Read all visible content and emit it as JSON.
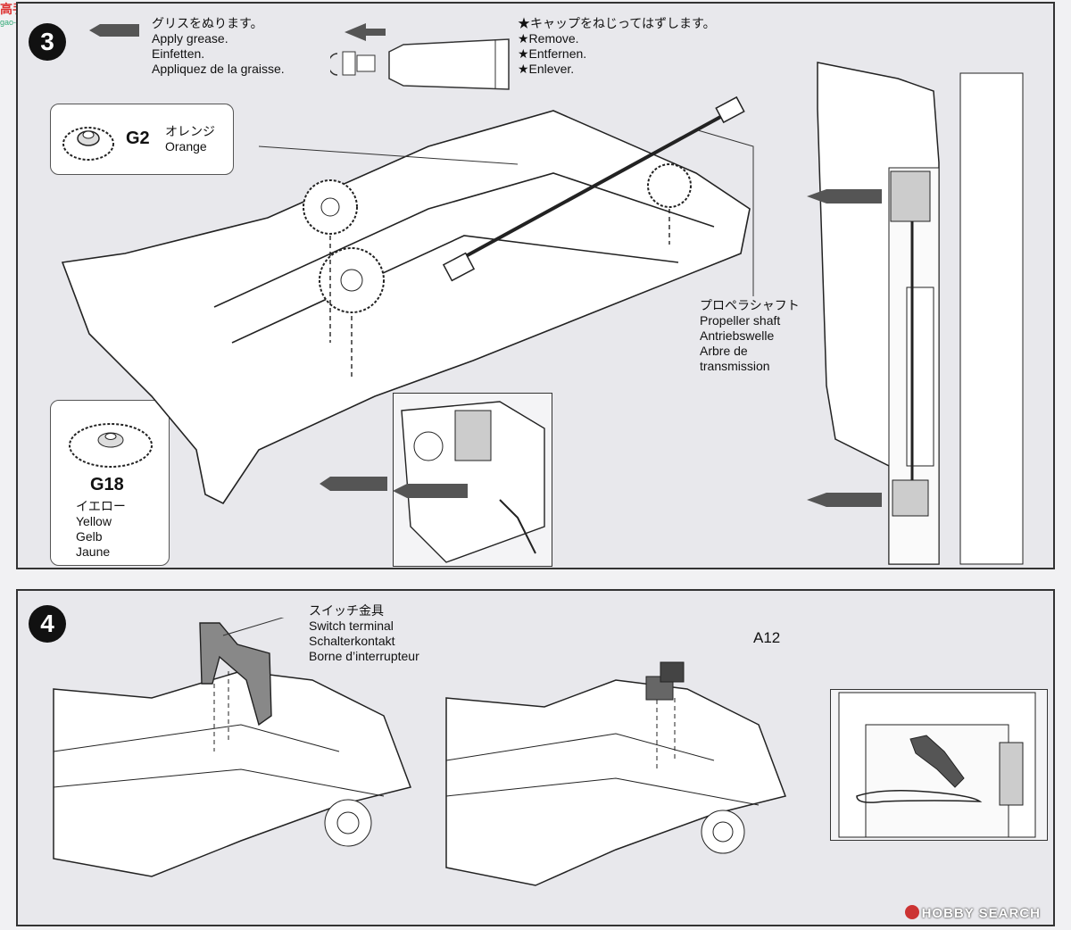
{
  "watermark": {
    "text": "高手网",
    "url": "gao-shou.com"
  },
  "step3": {
    "number": "3",
    "grease": {
      "jp": "グリスをぬります。",
      "en": "Apply grease.",
      "de": "Einfetten.",
      "fr": "Appliquez de la graisse."
    },
    "cap": {
      "jp": "★キャップをねじってはずします。",
      "en": "★Remove.",
      "de": "★Entfernen.",
      "fr": "★Enlever."
    },
    "gear_g2": {
      "code": "G2",
      "jp": "オレンジ",
      "en": "Orange"
    },
    "gear_g18": {
      "code": "G18",
      "jp": "イエロー",
      "en": "Yellow",
      "de": "Gelb",
      "fr": "Jaune"
    },
    "propeller": {
      "jp": "プロペラシャフト",
      "en": "Propeller shaft",
      "de": "Antriebswelle",
      "fr1": "Arbre de",
      "fr2": "transmission"
    }
  },
  "step4": {
    "number": "4",
    "switch": {
      "jp": "スイッチ金具",
      "en": "Switch terminal",
      "de": "Schalterkontakt",
      "fr": "Borne d’interrupteur"
    },
    "part": "A12"
  },
  "footer": {
    "brand": "HOBBY SEARCH"
  },
  "colors": {
    "panel": "#e8e8ec",
    "ink": "#111111",
    "badge": "#111111",
    "watermark_red": "#dd3333"
  }
}
